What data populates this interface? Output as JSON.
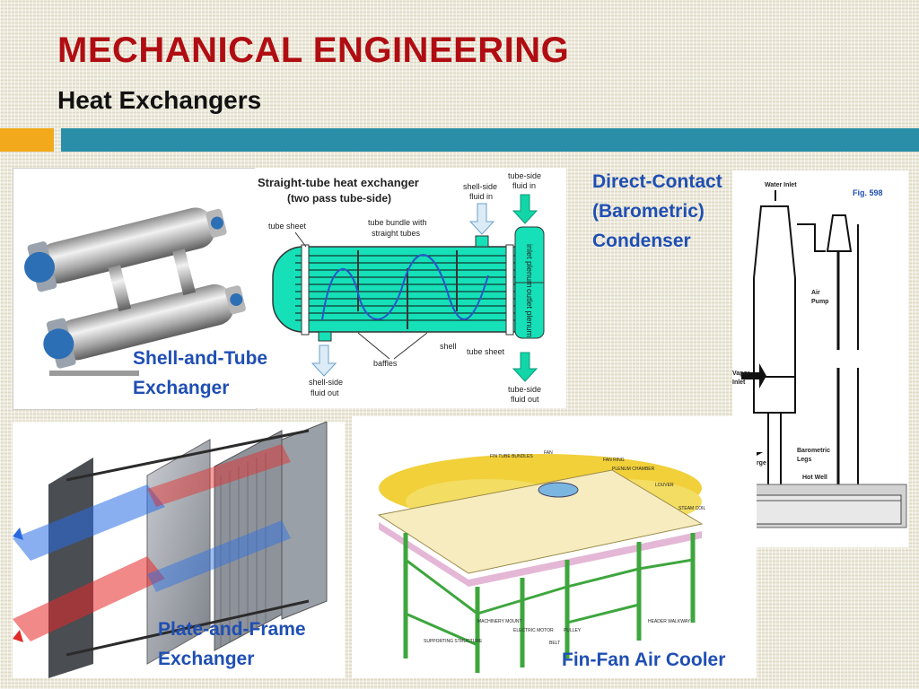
{
  "slide": {
    "title": "MECHANICAL ENGINEERING",
    "subtitle": "Heat Exchangers"
  },
  "colors": {
    "title": "#b00d12",
    "caption": "#1f4fb3",
    "accent_orange": "#f2a91b",
    "accent_teal": "#2b8ea9"
  },
  "captions": {
    "shell_tube": [
      "Shell-and-Tube",
      "Exchanger"
    ],
    "direct_contact": [
      "Direct-Contact",
      "(Barometric)",
      "Condenser"
    ],
    "plate_frame": [
      "Plate-and-Frame",
      "Exchanger"
    ],
    "fin_fan": "Fin-Fan Air Cooler"
  },
  "straight_tube_diagram": {
    "title_line1": "Straight-tube heat exchanger",
    "title_line2": "(two pass tube-side)",
    "labels": {
      "tube_sheet": "tube sheet",
      "tube_bundle": [
        "tube bundle with",
        "straight tubes"
      ],
      "shell_side_in": [
        "shell-side",
        "fluid in"
      ],
      "tube_side_in": [
        "tube-side",
        "fluid in"
      ],
      "inlet_plenum": "inlet plenum",
      "outlet_plenum": "outlet plenum",
      "shell": "shell",
      "baffles": "baffles",
      "tube_sheet_right": "tube sheet",
      "shell_side_out": [
        "shell-side",
        "fluid out"
      ],
      "tube_side_out": [
        "tube-side",
        "fluid out"
      ]
    }
  },
  "condenser_diagram": {
    "fig": "Fig. 598",
    "water_inlet": "Water Inlet",
    "air_pump": [
      "Air",
      "Pump"
    ],
    "vapor_inlet": [
      "Vapor",
      "Inlet"
    ],
    "discharge": "Discharge",
    "barometric_legs": [
      "Barometric",
      "Legs"
    ],
    "hot_well": "Hot Well"
  },
  "fin_fan_diagram": {
    "labels": {
      "fin_tube_bundles": "FIN TUBE BUNDLES",
      "fan": "FAN",
      "fan_ring": "FAN RING",
      "plenum_chamber": "PLENUM CHAMBER",
      "louver": "LOUVER",
      "steam_coil": "STEAM COIL",
      "machinery_mount": "MACHINERY MOUNT",
      "electric_motor": "ELECTRIC MOTOR",
      "pulley": "PULLEY",
      "belt": "BELT",
      "supporting_structure": "SUPPORTING STRUCTURE",
      "header_walkway": "HEADER WALKWAY"
    }
  }
}
